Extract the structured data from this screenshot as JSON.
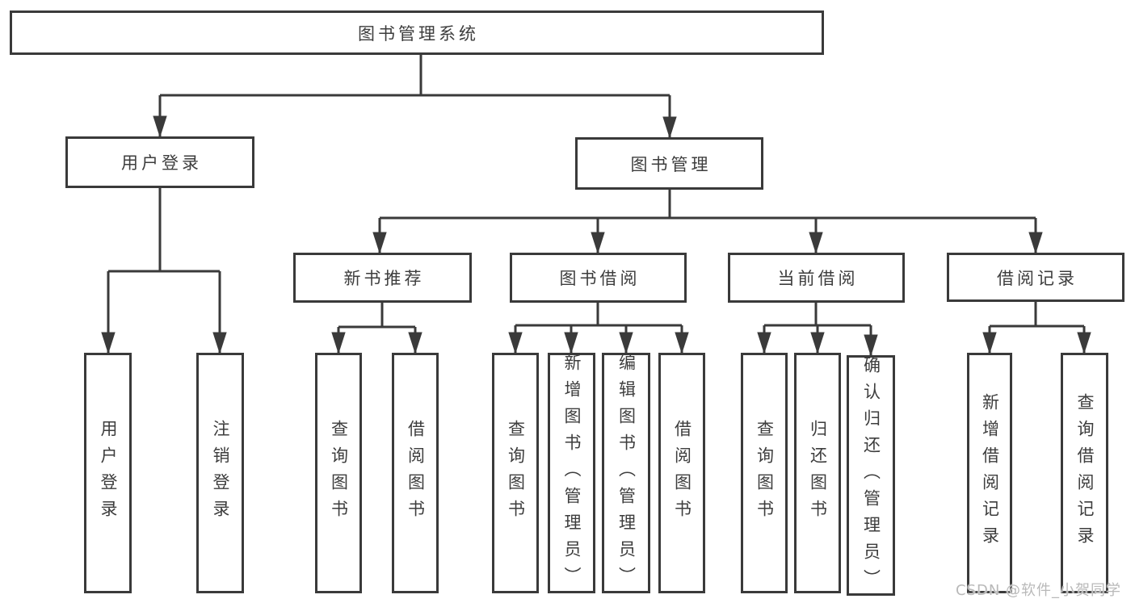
{
  "nodes": {
    "root": {
      "label": "图书管理系统"
    },
    "login": {
      "label": "用户登录"
    },
    "mgmt": {
      "label": "图书管理"
    },
    "l3_newbook": {
      "label": "新书推荐"
    },
    "l3_borrow": {
      "label": "图书借阅"
    },
    "l3_current": {
      "label": "当前借阅"
    },
    "l3_records": {
      "label": "借阅记录"
    },
    "leaf_user_login": {
      "label": "用户登录"
    },
    "leaf_logout": {
      "label": "注销登录"
    },
    "leaf_nb_query": {
      "label": "查询图书"
    },
    "leaf_nb_borrow": {
      "label": "借阅图书"
    },
    "leaf_bb_query": {
      "label": "查询图书"
    },
    "leaf_bb_add": {
      "label": "新增图书（管理员）"
    },
    "leaf_bb_edit": {
      "label": "编辑图书（管理员）"
    },
    "leaf_bb_borrow": {
      "label": "借阅图书"
    },
    "leaf_cb_query": {
      "label": "查询图书"
    },
    "leaf_cb_return": {
      "label": "归还图书"
    },
    "leaf_cb_confirm": {
      "label": "确认归还（管理员）"
    },
    "leaf_rec_add": {
      "label": "新增借阅记录"
    },
    "leaf_rec_query": {
      "label": "查询借阅记录"
    }
  },
  "hierarchy": {
    "图书管理系统": {
      "用户登录": [
        "用户登录",
        "注销登录"
      ],
      "图书管理": {
        "新书推荐": [
          "查询图书",
          "借阅图书"
        ],
        "图书借阅": [
          "查询图书",
          "新增图书（管理员）",
          "编辑图书（管理员）",
          "借阅图书"
        ],
        "当前借阅": [
          "查询图书",
          "归还图书",
          "确认归还（管理员）"
        ],
        "借阅记录": [
          "新增借阅记录",
          "查询借阅记录"
        ]
      }
    }
  },
  "watermark": {
    "text": "CSDN @软件_小贺同学"
  },
  "colors": {
    "background": "#ffffff",
    "line": "#3a3a3a",
    "box_border": "#3a3a3a",
    "text": "#3d3d3d",
    "watermark": "#b9b9b9"
  }
}
